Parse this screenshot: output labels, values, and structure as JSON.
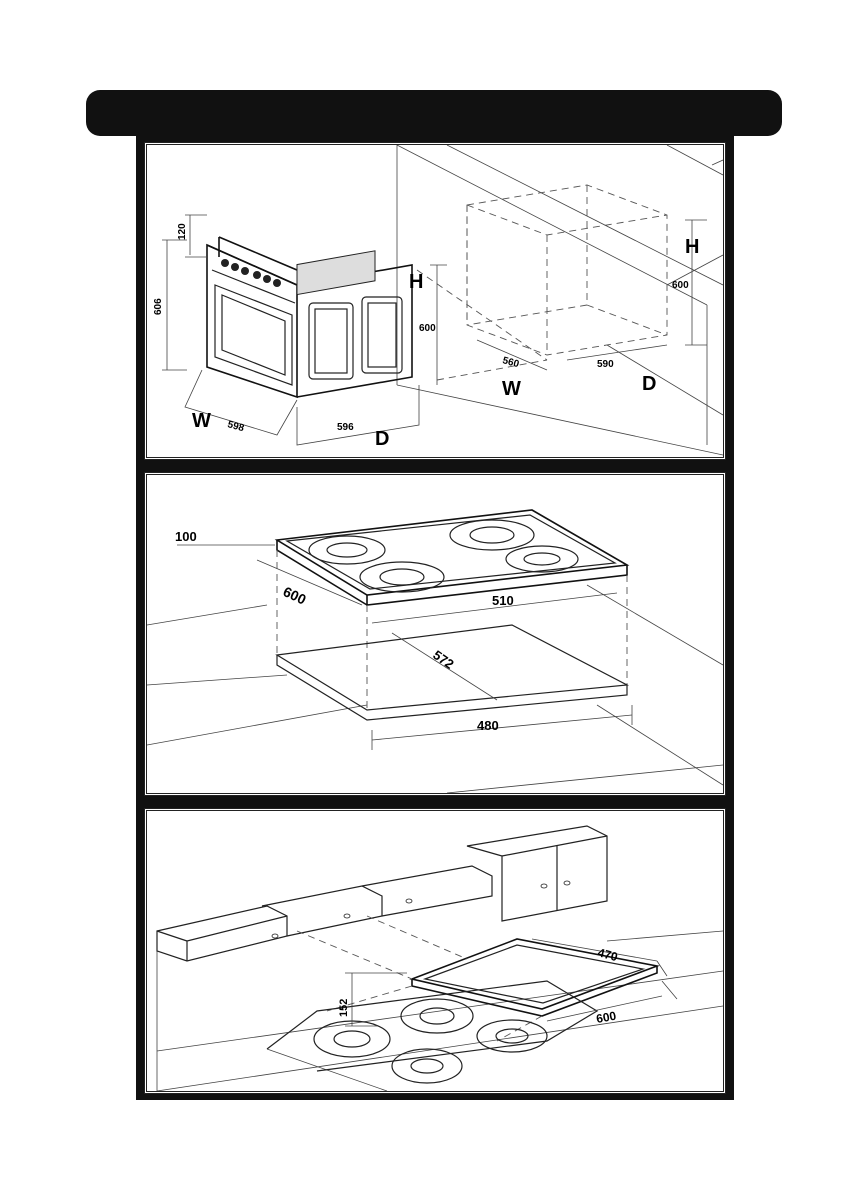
{
  "header": {
    "title": ""
  },
  "panel1": {
    "oven": {
      "w": "598",
      "d": "596",
      "h": "606",
      "top": "120",
      "labelW": "W",
      "labelD": "D",
      "labelH": "H"
    },
    "cavity": {
      "h": "600",
      "w": "560",
      "d": "590",
      "labelW": "W",
      "labelD": "D",
      "labelH": "H",
      "labelH2": "H",
      "h2": "600"
    }
  },
  "panel2": {
    "top": "100",
    "depth": "600",
    "width": "510",
    "cutoutDepth": "572",
    "cutoutWidth": "480"
  },
  "panel3": {
    "height": "152",
    "width": "470",
    "depth": "600"
  },
  "colors": {
    "frame": "#111111",
    "line": "#222222",
    "background": "#ffffff"
  }
}
